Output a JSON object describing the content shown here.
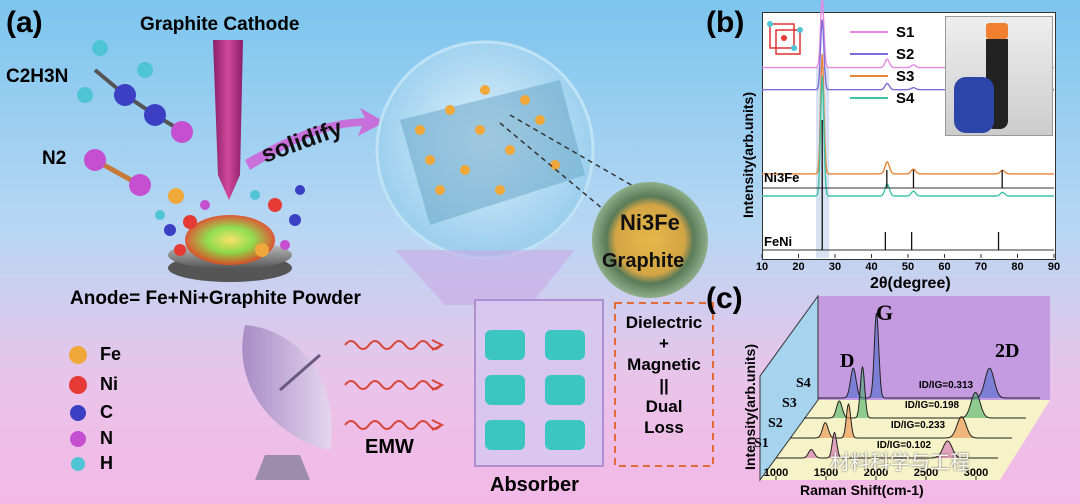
{
  "panel_a": {
    "label": "(a)",
    "graphite_cathode": "Graphite Cathode",
    "solidify": "solidify",
    "molecule1": "C2H3N",
    "molecule2": "N2",
    "anode": "Anode= Fe+Ni+Graphite Powder",
    "core_shell_core": "Ni3Fe",
    "core_shell_shell": "Graphite",
    "legend": [
      {
        "label": "Fe",
        "color": "#f0a83a"
      },
      {
        "label": "Ni",
        "color": "#e53a35"
      },
      {
        "label": "C",
        "color": "#3b3fc4"
      },
      {
        "label": "N",
        "color": "#c44fd0"
      },
      {
        "label": "H",
        "color": "#4fc4d4"
      }
    ],
    "emw": "EMW",
    "absorber": "Absorber",
    "loss_box": [
      "Dielectric",
      "+",
      "Magnetic",
      "||",
      "Dual",
      "Loss"
    ]
  },
  "panel_b": {
    "label": "(b)",
    "ylabel": "Intensity(arb.units)",
    "xlabel": "2θ(degree)",
    "ref1": "Ni3Fe",
    "ref2": "FeNi",
    "xticks": [
      "10",
      "20",
      "30",
      "40",
      "50",
      "60",
      "70",
      "80",
      "90"
    ]
  },
  "panel_c": {
    "label": "(c)",
    "ylabel": "Intensity(arb.units)",
    "xlabel": "Raman Shift(cm-1)",
    "peaks": [
      "D",
      "G",
      "2D"
    ],
    "xticks": [
      "1000",
      "1500",
      "2000",
      "2500",
      "3000"
    ]
  },
  "watermark": "材料科学与工程",
  "chart_data": [
    {
      "type": "line",
      "title": "",
      "xlabel": "2θ(degree)",
      "ylabel": "Intensity(arb.units)",
      "xlim": [
        10,
        90
      ],
      "series": [
        {
          "name": "S1",
          "color": "#e58ae0",
          "baseline": 0.86,
          "peaks": [
            [
              26.5,
              1.0
            ],
            [
              44.3,
              0.12
            ],
            [
              51.5,
              0.04
            ],
            [
              75.9,
              0.03
            ]
          ]
        },
        {
          "name": "S2",
          "color": "#7a6fd8",
          "baseline": 0.76,
          "peaks": [
            [
              26.5,
              1.0
            ],
            [
              44.3,
              0.09
            ],
            [
              51.5,
              0.03
            ],
            [
              75.9,
              0.02
            ]
          ]
        },
        {
          "name": "S3",
          "color": "#e8843a",
          "baseline": 0.38,
          "peaks": [
            [
              26.5,
              1.0
            ],
            [
              44.3,
              0.1
            ],
            [
              51.5,
              0.04
            ],
            [
              75.9,
              0.03
            ]
          ]
        },
        {
          "name": "S4",
          "color": "#3fc4a8",
          "baseline": 0.28,
          "peaks": [
            [
              26.5,
              1.0
            ],
            [
              44.3,
              0.1
            ],
            [
              51.5,
              0.04
            ],
            [
              75.9,
              0.03
            ]
          ]
        }
      ],
      "references": [
        {
          "name": "Ni3Fe",
          "lines": [
            44.2,
            51.5,
            75.8
          ]
        },
        {
          "name": "FeNi",
          "lines": [
            43.8,
            51.0,
            74.8
          ]
        }
      ]
    },
    {
      "type": "line",
      "title": "",
      "xlabel": "Raman Shift(cm-1)",
      "ylabel": "Intensity(arb.units)",
      "xlim": [
        1000,
        3200
      ],
      "series": [
        {
          "name": "S4",
          "ratio_label": "ID/IG=0.313",
          "color": "#4466cc",
          "peaks": [
            [
              1350,
              0.35
            ],
            [
              1580,
              1.0
            ],
            [
              2700,
              0.35
            ]
          ]
        },
        {
          "name": "S3",
          "ratio_label": "ID/IG=0.198",
          "color": "#3aa860",
          "peaks": [
            [
              1350,
              0.2
            ],
            [
              1580,
              0.6
            ],
            [
              2700,
              0.3
            ]
          ]
        },
        {
          "name": "S2",
          "ratio_label": "ID/IG=0.233",
          "color": "#e8843a",
          "peaks": [
            [
              1350,
              0.18
            ],
            [
              1580,
              0.4
            ],
            [
              2700,
              0.25
            ]
          ]
        },
        {
          "name": "S1",
          "ratio_label": "ID/IG=0.102",
          "color": "#d060b0",
          "peaks": [
            [
              1350,
              0.1
            ],
            [
              1580,
              0.3
            ],
            [
              2700,
              0.2
            ]
          ]
        }
      ]
    }
  ]
}
